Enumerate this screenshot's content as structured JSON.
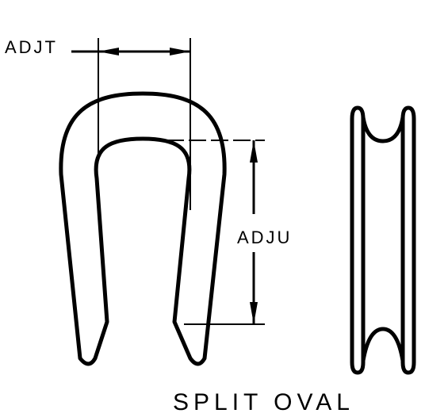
{
  "labels": {
    "adjt": "ADJT",
    "adju": "ADJU",
    "caption": "SPLIT OVAL"
  },
  "colors": {
    "ink": "#000000",
    "background": "#ffffff"
  }
}
